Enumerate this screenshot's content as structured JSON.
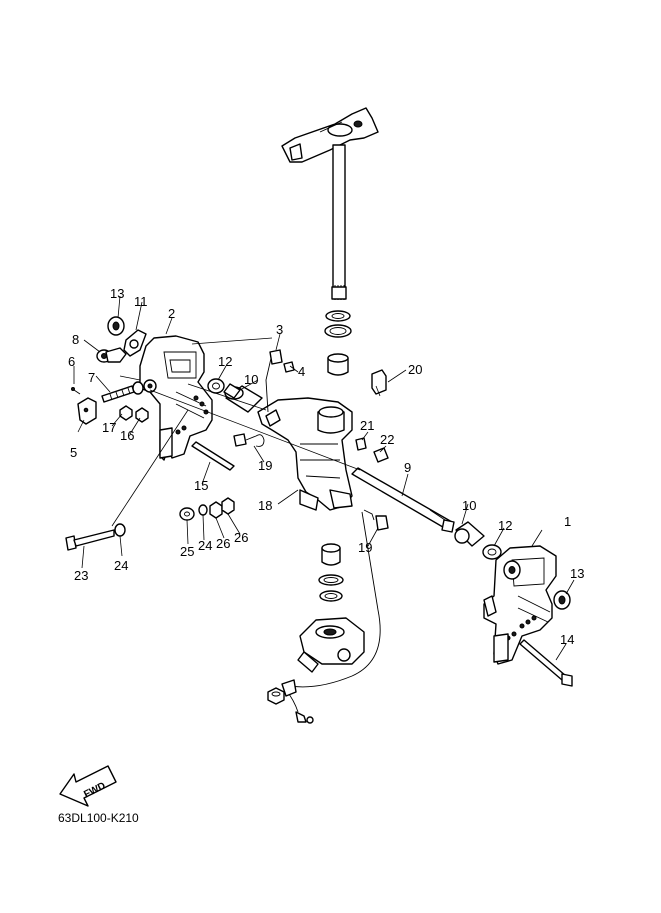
{
  "diagram_code": "63DL100-K210",
  "fwd_label": "FWD",
  "callouts": [
    {
      "id": "c1",
      "label": "1"
    },
    {
      "id": "c2",
      "label": "2"
    },
    {
      "id": "c3",
      "label": "3"
    },
    {
      "id": "c4",
      "label": "4"
    },
    {
      "id": "c5",
      "label": "5"
    },
    {
      "id": "c6",
      "label": "6"
    },
    {
      "id": "c7",
      "label": "7"
    },
    {
      "id": "c8",
      "label": "8"
    },
    {
      "id": "c9",
      "label": "9"
    },
    {
      "id": "c10a",
      "label": "10"
    },
    {
      "id": "c10b",
      "label": "10"
    },
    {
      "id": "c11",
      "label": "11"
    },
    {
      "id": "c12a",
      "label": "12"
    },
    {
      "id": "c12b",
      "label": "12"
    },
    {
      "id": "c13a",
      "label": "13"
    },
    {
      "id": "c13b",
      "label": "13"
    },
    {
      "id": "c14",
      "label": "14"
    },
    {
      "id": "c15",
      "label": "15"
    },
    {
      "id": "c16",
      "label": "16"
    },
    {
      "id": "c17",
      "label": "17"
    },
    {
      "id": "c18",
      "label": "18"
    },
    {
      "id": "c19a",
      "label": "19"
    },
    {
      "id": "c19b",
      "label": "19"
    },
    {
      "id": "c20",
      "label": "20"
    },
    {
      "id": "c21",
      "label": "21"
    },
    {
      "id": "c22",
      "label": "22"
    },
    {
      "id": "c23",
      "label": "23"
    },
    {
      "id": "c24a",
      "label": "24"
    },
    {
      "id": "c24b",
      "label": "24"
    },
    {
      "id": "c25",
      "label": "25"
    },
    {
      "id": "c26a",
      "label": "26"
    },
    {
      "id": "c26b",
      "label": "26"
    }
  ]
}
